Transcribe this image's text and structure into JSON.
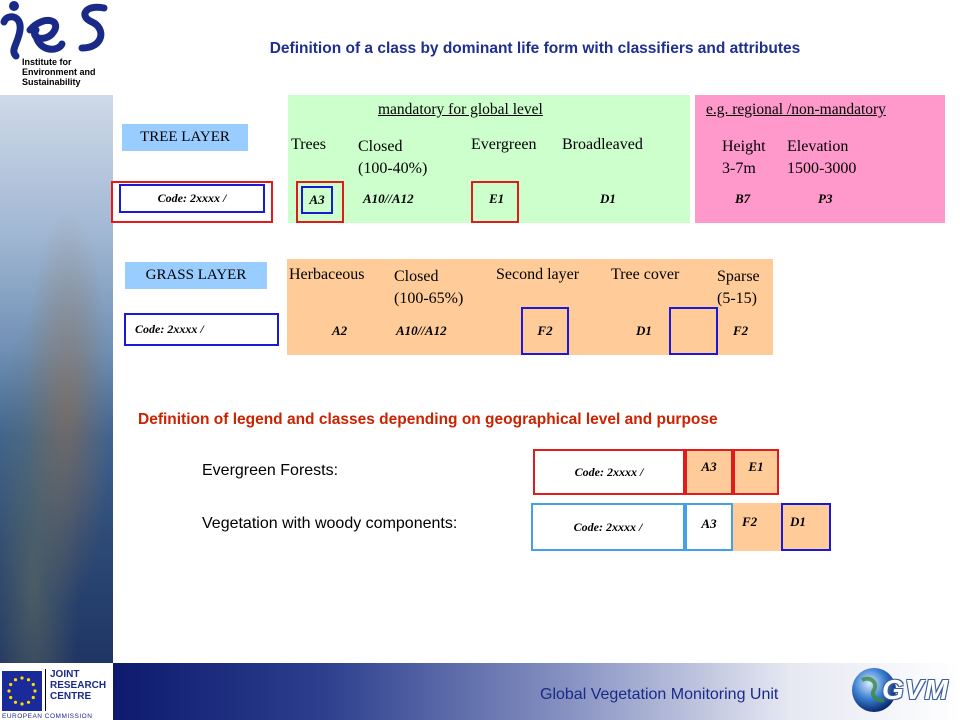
{
  "header": {
    "title": "Definition of a class by dominant life form with classifiers and attributes",
    "logo_caption": [
      "Institute for",
      "Environment and",
      "Sustainability"
    ]
  },
  "tree": {
    "mandatory_title": "mandatory for global level",
    "optional_title": "e.g. regional /non-mandatory",
    "layer_label": "TREE LAYER",
    "code": "Code: 2xxxx /",
    "attrs": [
      "Trees",
      "Closed",
      "(100-40%)",
      "Evergreen",
      "Broadleaved",
      "Height",
      "3-7m",
      "Elevation",
      "1500-3000"
    ],
    "codes": [
      "A3",
      "A10//A12",
      "E1",
      "D1",
      "B7",
      "P3"
    ]
  },
  "grass": {
    "layer_label": "GRASS LAYER",
    "code": "Code: 2xxxx /",
    "attrs": [
      "Herbaceous",
      "Closed",
      "(100-65%)",
      "Second layer",
      "Tree cover",
      "Sparse",
      "(5-15)"
    ],
    "codes": [
      "A2",
      "A10//A12",
      "F2",
      "D1",
      "F2"
    ]
  },
  "legend": {
    "title": "Definition  of legend and classes depending on geographical level and purpose",
    "row1_label": "Evergreen Forests:",
    "row1_code": "Code: 2xxxx /",
    "row1_cells": [
      "A3",
      "E1"
    ],
    "row2_label": "Vegetation with woody components:",
    "row2_code": "Code: 2xxxx /",
    "row2_cells": [
      "A3",
      "F2",
      "D1"
    ]
  },
  "footer": {
    "unit": "Global Vegetation Monitoring Unit",
    "jrc": [
      "JOINT",
      "RESEARCH",
      "CENTRE"
    ],
    "ec": "EUROPEAN COMMISSION",
    "gvm": "GVM"
  },
  "colors": {
    "green": "#ccffcc",
    "pink": "#ff99cc",
    "peach": "#ffcc99",
    "blue_label": "#99ccff",
    "title_blue": "#1f2f8f",
    "legend_red": "#cc2200"
  }
}
